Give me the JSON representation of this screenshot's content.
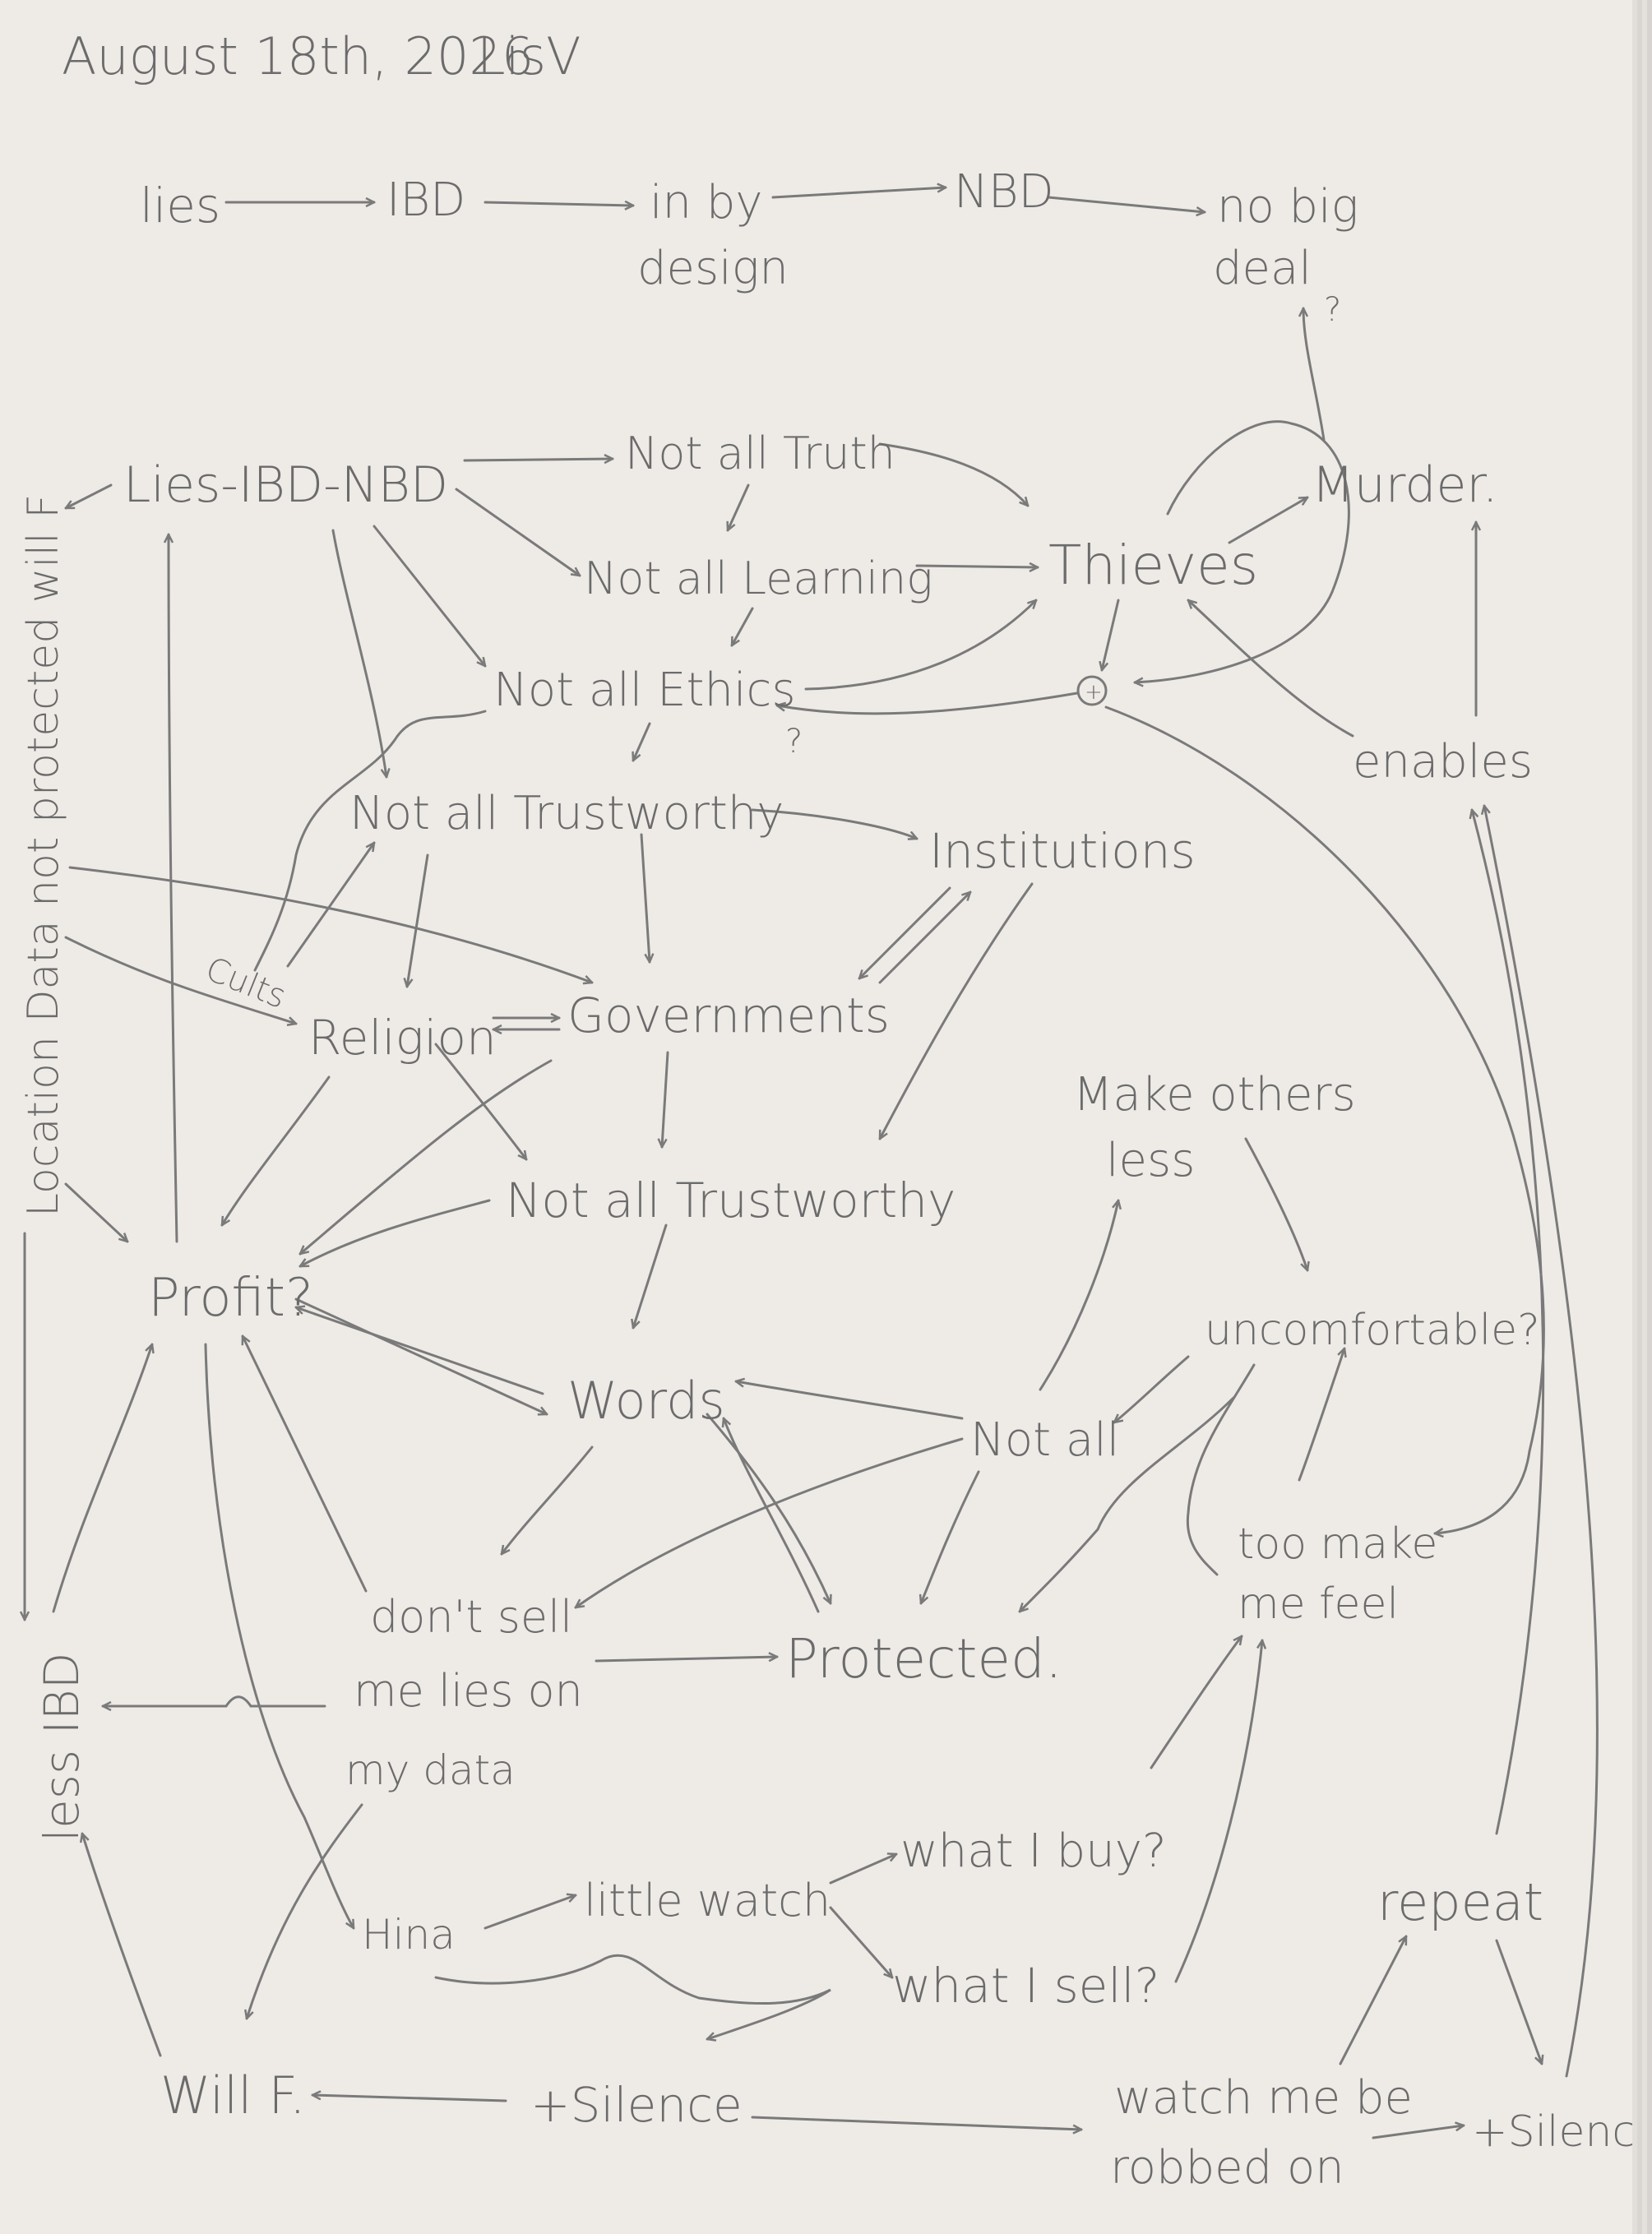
{
  "header": {
    "date": "August 18th, 2026",
    "author": "LisV"
  },
  "nodes": {
    "lies": "lies",
    "ibd": "IBD",
    "in_by_design_1": "in by",
    "in_by_design_2": "design",
    "nbd": "NBD",
    "no_big_deal_1": "no big",
    "no_big_deal_2": "deal",
    "q_deal": "?",
    "lies_ibd_nbd": "Lies-IBD-NBD",
    "not_all_truth": "Not all Truth",
    "not_all_learning": "Not all Learning",
    "not_all_ethics": "Not all Ethics",
    "q_ethics": "?",
    "not_all_trustworthy_1": "Not all Trustworthy",
    "thieves": "Thieves",
    "murder": "Murder.",
    "plus_circle": "+",
    "enables": "enables",
    "institutions": "Institutions",
    "cults": "Cults",
    "religion": "Religion",
    "governments": "Governments",
    "make_others_less_1": "Make others",
    "make_others_less_2": "less",
    "not_all_trustworthy_2": "Not all Trustworthy",
    "profit": "Profit?",
    "uncomfortable": "uncomfortable?",
    "words": "Words",
    "not_all": "Not all",
    "too_make_me_feel_1": "too make",
    "too_make_me_feel_2": "me feel",
    "dont_sell_1": "don't sell",
    "dont_sell_2": "me lies on",
    "dont_sell_3": "my data",
    "protected": "Protected.",
    "less_ibd": "less IBD",
    "location_data": "Location Data not protected will F",
    "hina": "Hina",
    "little_watch": "little watch",
    "what_i_buy": "what I buy?",
    "what_i_sell": "what I sell?",
    "repeat": "repeat",
    "will_f": "Will F.",
    "silence_1": "+Silence",
    "watch_me_1": "watch me be",
    "watch_me_2": "robbed on",
    "silence_2": "+Silence"
  },
  "colors": {
    "paper": "#eeebe7",
    "pencil": "#6b6b6b",
    "background": "#d6d3d0"
  }
}
